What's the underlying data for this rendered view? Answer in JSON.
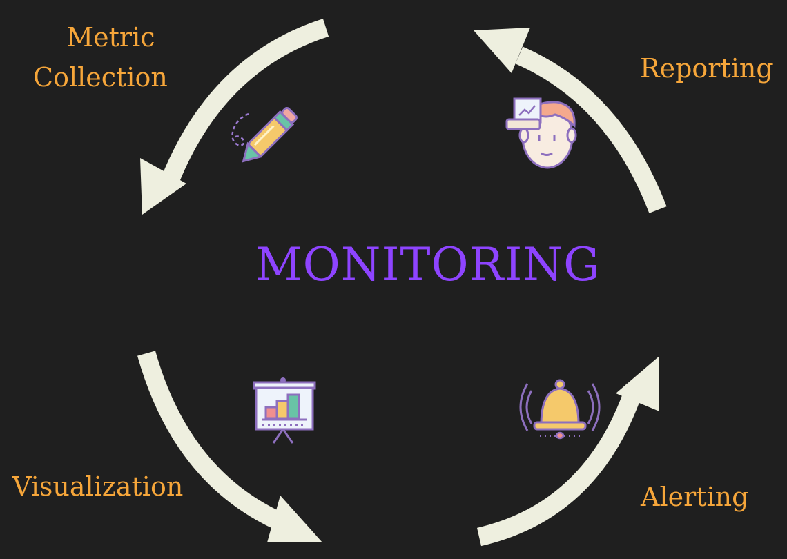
{
  "title": "MONITORING",
  "stages": {
    "metric_collection": {
      "line1": "Metric",
      "line2": "Collection",
      "icon": "pen-icon"
    },
    "reporting": {
      "label": "Reporting",
      "icon": "presenter-icon"
    },
    "alerting": {
      "label": "Alerting",
      "icon": "bell-icon"
    },
    "visualization": {
      "label": "Visualization",
      "icon": "bar-chart-board-icon"
    }
  },
  "colors": {
    "background": "#1f1f1f",
    "label": "#f6a63a",
    "title": "#8e44ff",
    "arrow": "#eeefdf"
  }
}
